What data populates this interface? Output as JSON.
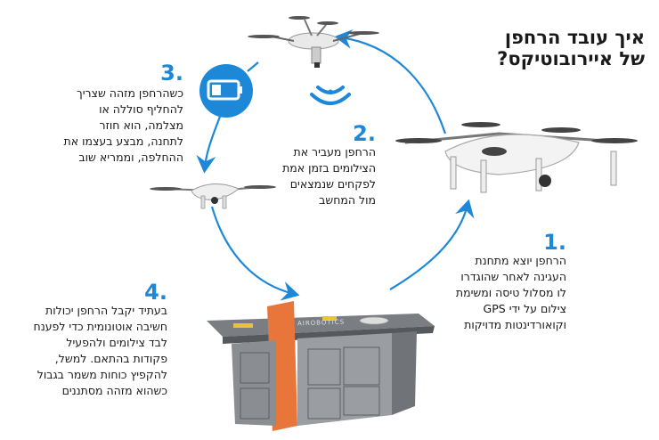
{
  "title": {
    "line1": "איך עובד הרחפן",
    "line2": "של איירובוטיקס?"
  },
  "steps": [
    {
      "number": "1.",
      "lines": [
        "הרחפן יוצא מתחנת",
        "העגינה לאחר שהוגדרו",
        "לו מסלול טיסה ומשימת",
        "צילום על ידי GPS",
        "וקואורדינטות מדויקות"
      ]
    },
    {
      "number": "2.",
      "lines": [
        "הרחפן מעביר את",
        "הצילומים בזמן אמת",
        "לפקחים שנמצאים",
        "מול המחשב"
      ]
    },
    {
      "number": "3.",
      "lines": [
        "כשהרחפן מזהה שצריך",
        "להחליף סוללה או",
        "מצלמה, הוא חוזר",
        "לתחנה, מבצע בעצמו את",
        "ההחלפה, וממריא שוב"
      ]
    },
    {
      "number": "4.",
      "lines": [
        "בעתיד יקבל הרחפן יכולות",
        "חשיבה אוטונומית כדי לפענח",
        "לבד צילומים ולהפעיל",
        "פקודות בהתאם. למשל,",
        "להקפיץ כוחות משמר בגבול",
        "כשהוא מזהה מסתננים"
      ]
    }
  ],
  "station": {
    "label": "AIROBOTICS"
  },
  "colors": {
    "accent": "#1e88d8",
    "text": "#1a1a1a",
    "station_orange": "#e8763a",
    "station_gray": "#6b6e72"
  },
  "icons": [
    "battery-icon",
    "signal-icon",
    "drone-icon",
    "docking-station-icon"
  ]
}
